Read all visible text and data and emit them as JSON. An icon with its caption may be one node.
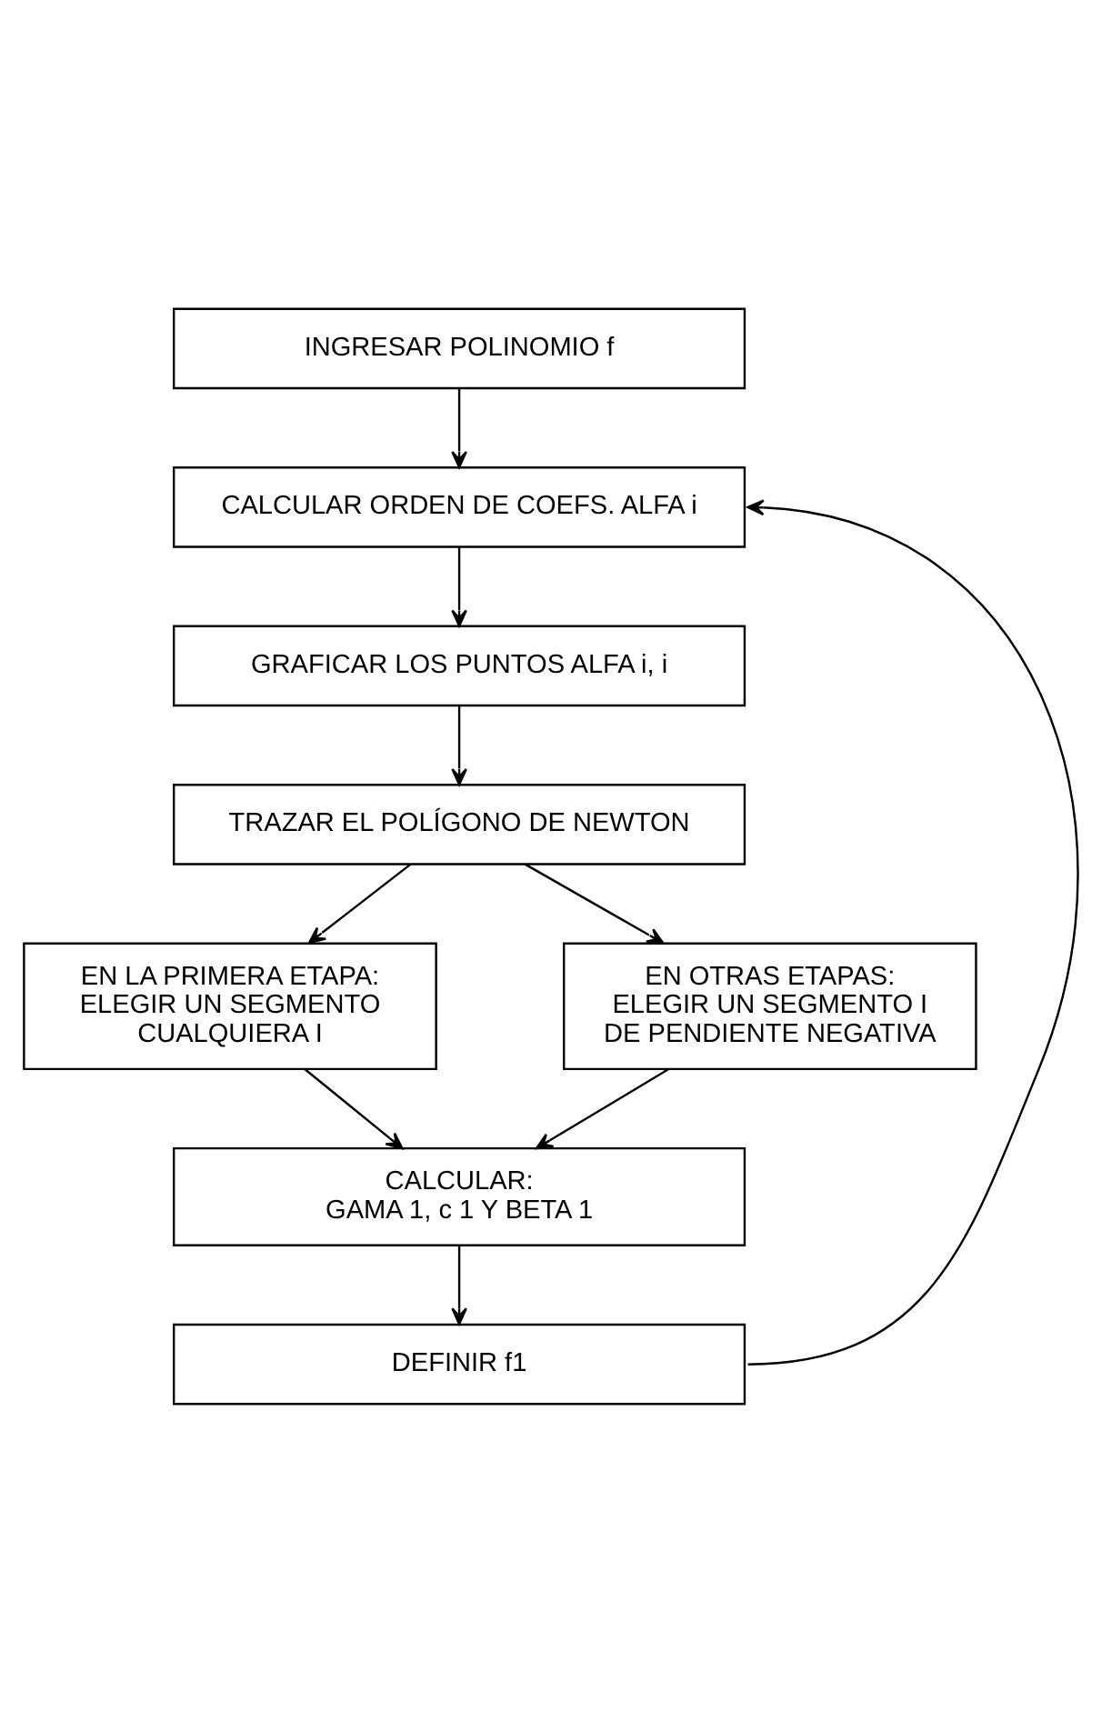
{
  "diagram": {
    "nodes": [
      {
        "text": [
          "INGRESAR POLINOMIO f"
        ]
      },
      {
        "text": [
          "CALCULAR ORDEN DE COEFS. ALFA i"
        ]
      },
      {
        "text": [
          "GRAFICAR LOS PUNTOS ALFA i, i"
        ]
      },
      {
        "text": [
          "TRAZAR EL POLÍGONO DE NEWTON"
        ]
      },
      {
        "text": [
          "EN LA PRIMERA ETAPA: ELEGIR UN SEGMENTO CUALQUIERA I"
        ]
      },
      {
        "text": [
          "EN OTRAS ETAPAS: ELEGIR UN SEGMENTO I DE PENDIENTE NEGATIVA"
        ]
      },
      {
        "text": [
          "CALCULAR:",
          "GAMA 1, c 1 Y BETA 1"
        ]
      },
      {
        "text": [
          "DEFINIR f1"
        ]
      }
    ],
    "edges": [
      {
        "from": 0,
        "to": 1,
        "arrow": "to"
      },
      {
        "from": 1,
        "to": 2,
        "arrow": "to"
      },
      {
        "from": 2,
        "to": 3,
        "arrow": "to"
      },
      {
        "from": 3,
        "to": 4,
        "arrow": "to"
      },
      {
        "from": 3,
        "to": 5,
        "arrow": "to"
      },
      {
        "from": 4,
        "to": 6,
        "arrow": "to"
      },
      {
        "from": 5,
        "to": 6,
        "arrow": "to"
      },
      {
        "from": 6,
        "to": 7,
        "arrow": "to"
      },
      {
        "from": 7,
        "to": 1,
        "arrow": "to"
      }
    ]
  }
}
